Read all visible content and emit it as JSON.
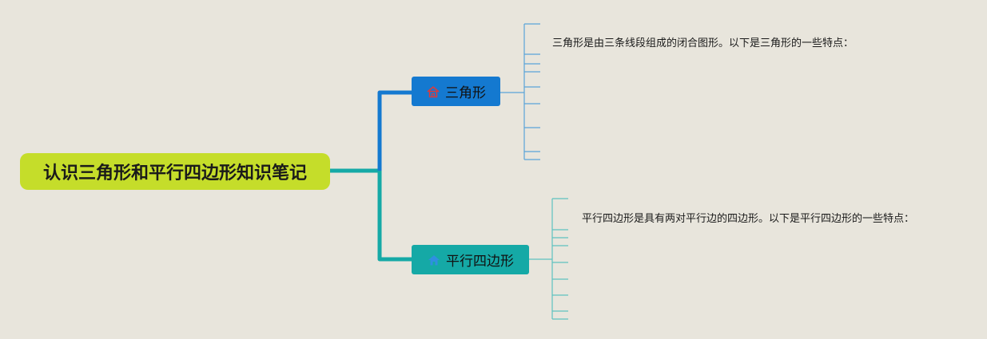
{
  "root": {
    "label": "认识三角形和平行四边形知识笔记",
    "color": "#c5dd2a"
  },
  "branches": [
    {
      "label": "三角形",
      "icon": "home-icon",
      "color": "#1479d0",
      "line_color": "#1479d0",
      "leaf_color": "#5aa3d8",
      "note": "三角形是由三条线段组成的闭合图形。以下是三角形的一些特点："
    },
    {
      "label": "平行四边形",
      "icon": "home-icon",
      "color": "#15a9a6",
      "line_color": "#15a9a6",
      "leaf_color": "#5ec2c0",
      "note": "平行四边形是具有两对平行边的四边形。以下是平行四边形的一些特点："
    }
  ]
}
